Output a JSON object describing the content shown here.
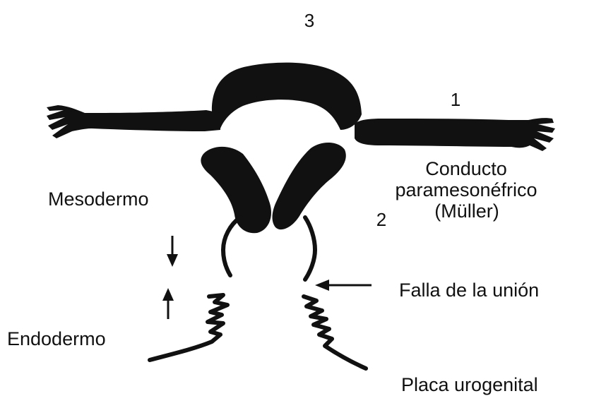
{
  "labels": {
    "number_top": "3",
    "number_right": "1",
    "number_middle": "2",
    "conducto_line1": "Conducto",
    "conducto_line2": "paramesonéfrico",
    "conducto_line3": "(Müller)",
    "mesodermo": "Mesodermo",
    "endodermo": "Endodermo",
    "falla": "Falla de la unión",
    "placa": "Placa urogenital"
  },
  "colors": {
    "ink": "#111111",
    "background": "#ffffff"
  }
}
